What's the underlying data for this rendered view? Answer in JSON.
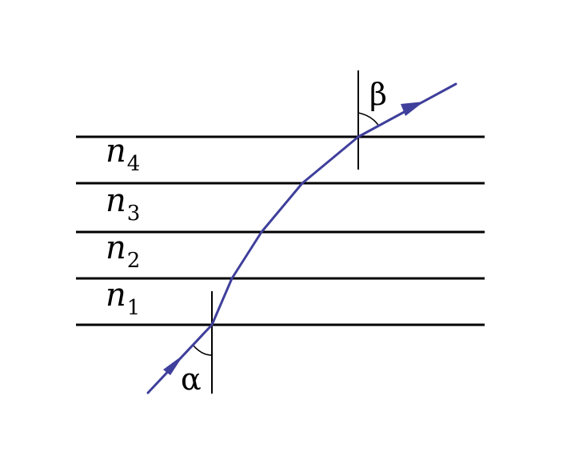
{
  "diagram": {
    "colors": {
      "ray": "#3f3f9c",
      "lines": "#000000",
      "background": "#ffffff"
    },
    "media_labels": [
      {
        "symbol": "n",
        "subscript": "4"
      },
      {
        "symbol": "n",
        "subscript": "3"
      },
      {
        "symbol": "n",
        "subscript": "2"
      },
      {
        "symbol": "n",
        "subscript": "1"
      }
    ],
    "angles": {
      "incident": "α",
      "exit": "β"
    }
  }
}
